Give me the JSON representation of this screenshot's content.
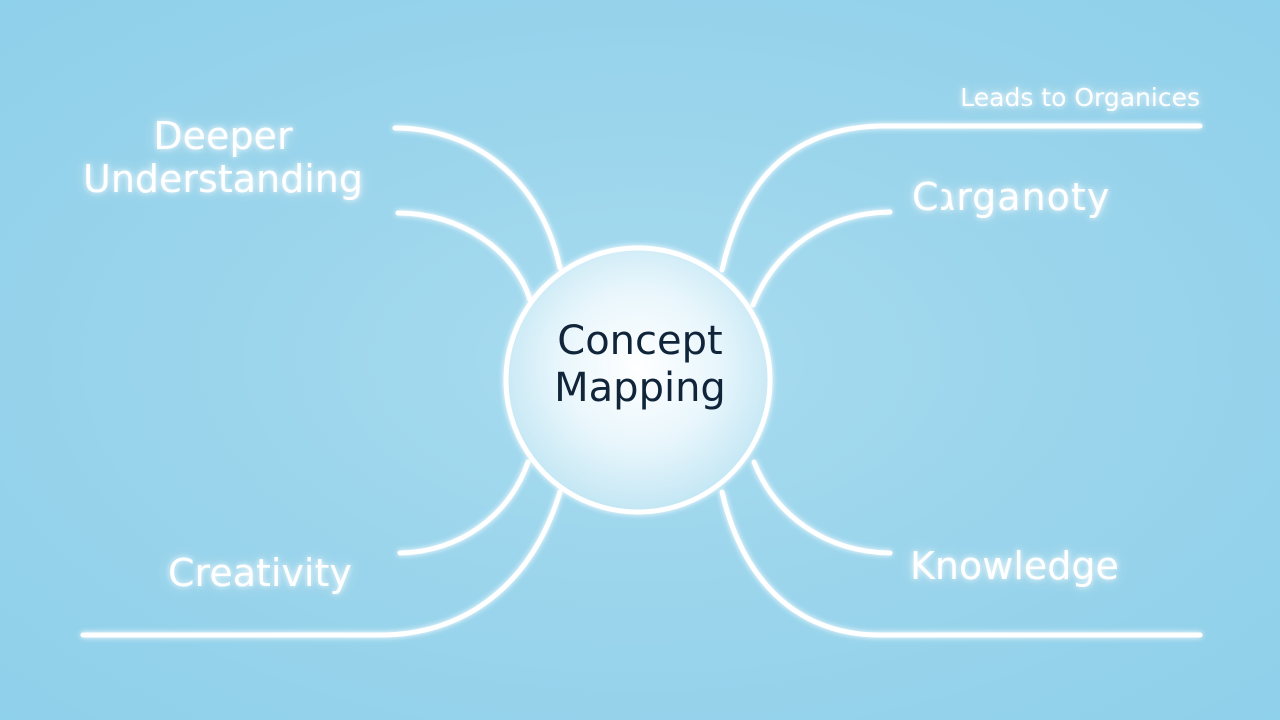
{
  "hub": {
    "line1": "Concept",
    "line2": "Mapping"
  },
  "branches": {
    "deeper_understanding": {
      "line1": "Deeper",
      "line2": "Understanding"
    },
    "leads_to": "Leads to Organices",
    "organise": "Cגrganoty",
    "creativity": "Creativity",
    "knowledge": "Knowledge"
  },
  "colors": {
    "background": "#9bd5ec",
    "lines": "#ffffff",
    "hub_text": "#10253a",
    "label_text": "#ffffff"
  }
}
